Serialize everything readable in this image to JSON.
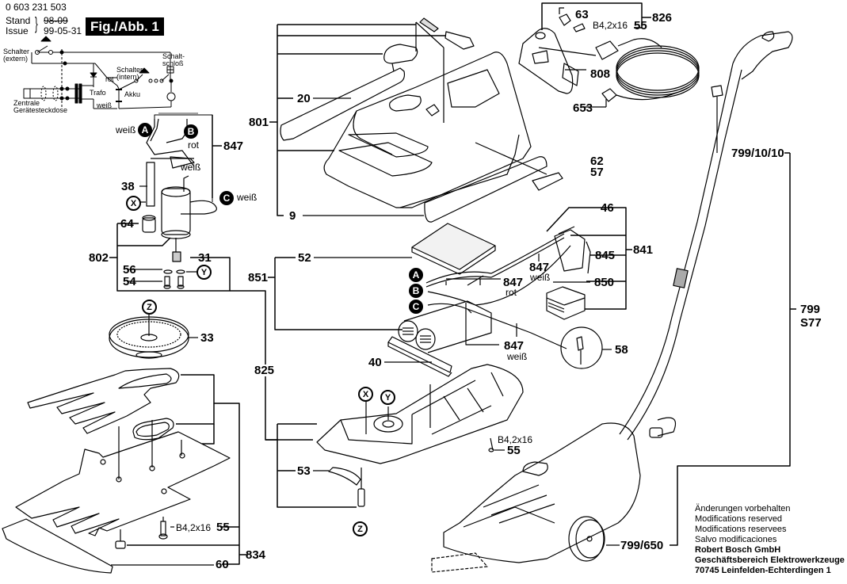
{
  "header": {
    "part_number": "0 603 231 503",
    "stand_label": "Stand",
    "issue_label": "Issue",
    "old_date_struck": "98-09",
    "issue_date": "99-05-31",
    "figure_title": "Fig./Abb. 1"
  },
  "schematic": {
    "labels": {
      "switch_external": "Schalter\n(extern)",
      "switch_internal": "Schalter\n(intern)",
      "switch_lock": "Schalt-\nschloß",
      "transformer": "Trafo",
      "battery": "Akku",
      "wire_red": "rot",
      "wire_white": "weiß",
      "socket": "Zentrale\nGerätesteckdose"
    }
  },
  "connectors": {
    "A": "A",
    "B": "B",
    "C": "C",
    "X": "X",
    "Y": "Y",
    "Z": "Z"
  },
  "wire_colors": {
    "white": "weiß",
    "red": "rot"
  },
  "part_labels": {
    "p801": "801",
    "p20": "20",
    "p9": "9",
    "p63": "63",
    "p55_screw": "B4,2x16",
    "p55": "55",
    "p826": "826",
    "p808": "808",
    "p653": "653",
    "p62": "62",
    "p57": "57",
    "p847": "847",
    "p38": "38",
    "p64": "64",
    "p802": "802",
    "p56": "56",
    "p54": "54",
    "p31": "31",
    "p52": "52",
    "p851": "851",
    "p46": "46",
    "p845": "845",
    "p841": "841",
    "p850": "850",
    "p58": "58",
    "p40": "40",
    "p33": "33",
    "p825": "825",
    "p53": "53",
    "p834": "834",
    "p60": "60",
    "p799_10_10": "799/10/10",
    "p799": "799",
    "pS77": "S77",
    "p799_650": "799/650"
  },
  "footer": {
    "line1": "Änderungen vorbehalten",
    "line2": "Modifications reserved",
    "line3": "Modifications reservees",
    "line4": "Salvo modificaciones",
    "company": "Robert Bosch GmbH",
    "division": "Geschäftsbereich Elektrowerkzeuge",
    "address": "70745 Leinfelden-Echterdingen 1"
  }
}
